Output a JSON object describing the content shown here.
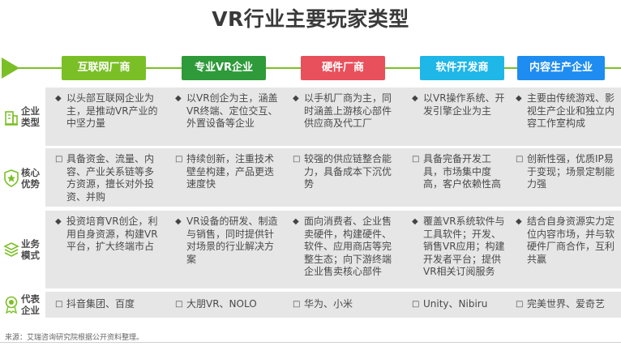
{
  "title": "VR行业主要玩家类型",
  "colors": {
    "green": "#7bbf26",
    "dark_green": "#2e9a3a",
    "red": "#e8505b",
    "cyan": "#1fb6e8",
    "blue": "#1e8cf0",
    "row_bg": "#e6e6e6",
    "icon_green": "#7bbf26"
  },
  "columns": [
    {
      "label": "互联网厂商",
      "color": "#7bbf26"
    },
    {
      "label": "专业VR企业",
      "color": "#2e9a3a"
    },
    {
      "label": "硬件厂商",
      "color": "#e8505b"
    },
    {
      "label": "软件开发商",
      "color": "#1fb6e8"
    },
    {
      "label": "内容生产企业",
      "color": "#1e8cf0"
    }
  ],
  "rows": [
    {
      "label": "企业类型",
      "icon": "building-icon",
      "bullet": "◆",
      "cells": [
        "以头部互联网企业为主，是推动VR产业的中坚力量",
        "以VR创企为主，涵盖VR终端、定位交互、外置设备等企业",
        "以手机厂商为主，同时涵盖上游核心部件供应商及代工厂",
        "以VR操作系统、开发引擎企业为主",
        "主要由传统游戏、影视生产企业和独立内容工作室构成"
      ]
    },
    {
      "label": "核心优势",
      "icon": "star-shield-icon",
      "bullet": "□",
      "cells": [
        "具备资金、流量、内容、产业关系链等多方资源，擅长对外投资、并购",
        "持续创新，注重技术壁垒构建，产品更迭速度快",
        "较强的供应链整合能力，具备成本下沉优势",
        "具备完备开发工具，市场集中度高，客户依赖性高",
        "创新性强，优质IP易于变现；场景定制能力强"
      ]
    },
    {
      "label": "业务模式",
      "icon": "layers-icon",
      "bullet": "◆",
      "cells": [
        "投资培育VR创企，利用自身资源，构建VR平台，扩大终端市占",
        "VR设备的研发、制造与销售，同时提供针对场景的行业解决方案",
        "面向消费者、企业售卖硬件，构建硬件、软件、应用商店等完整生态；向下游终端企业售卖核心部件",
        "覆盖VR系统软件与工具软件；开发、销售VR应用；构建开发者平台；提供VR相关订阅服务",
        "结合自身资源实力定位内容市场，并与软硬件厂商合作，互利共赢"
      ]
    },
    {
      "label": "代表企业",
      "icon": "award-icon",
      "bullet": "□",
      "cells": [
        "抖音集团、百度",
        "大朋VR、NOLO",
        "华为、小米",
        "Unity、Nibiru",
        "完美世界、爱奇艺"
      ]
    }
  ],
  "source": "来源：艾瑞咨询研究院根据公开资料整理。"
}
